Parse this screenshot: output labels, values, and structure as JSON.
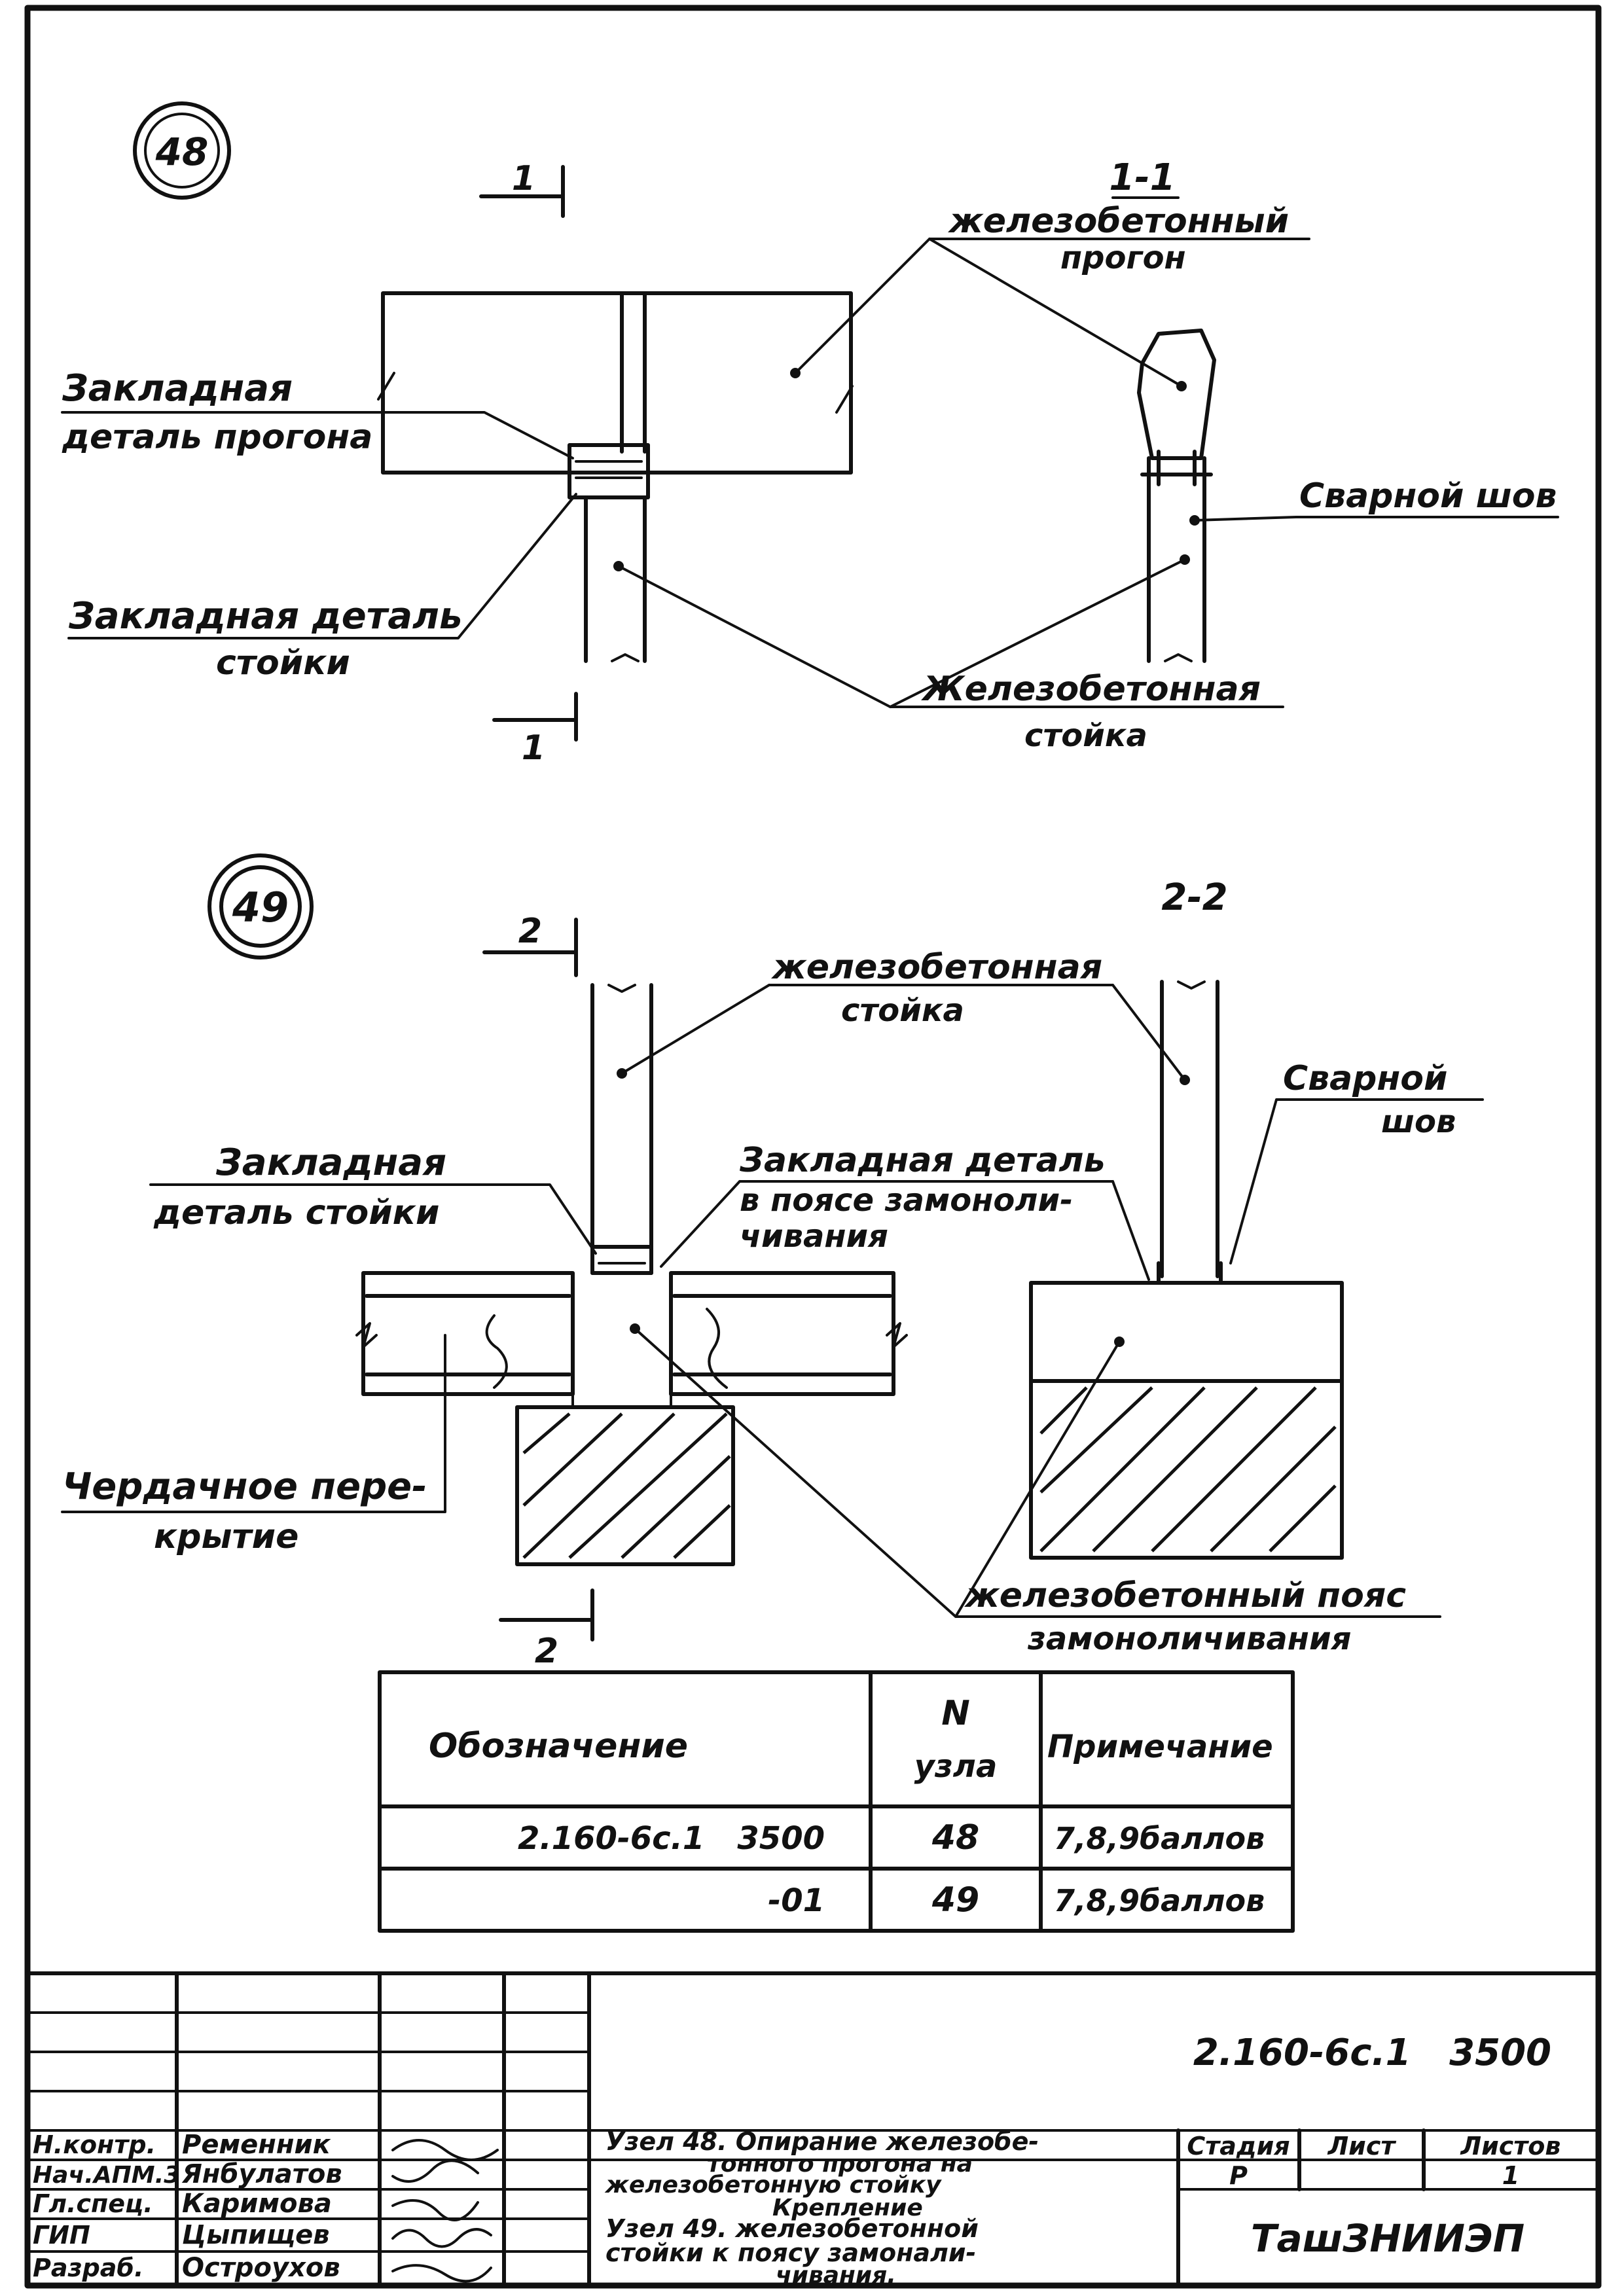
{
  "node48": {
    "number": "48",
    "section_mark": "1",
    "section_title": "1-1",
    "label_beam": [
      "железобетонный",
      "прогон"
    ],
    "label_beam_insert": [
      "Закладная",
      "деталь прогона"
    ],
    "label_post_insert": [
      "Закладная деталь",
      "стойки"
    ],
    "label_post": [
      "Железобетонная",
      "стойка"
    ],
    "label_weld": "Сварной шов"
  },
  "node49": {
    "number": "49",
    "section_mark": "2",
    "section_title": "2-2",
    "label_post": [
      "железобетонная",
      "стойка"
    ],
    "label_weld": [
      "Сварной",
      "шов"
    ],
    "label_post_insert": [
      "Закладная",
      "деталь стойки"
    ],
    "label_belt_insert": [
      "Закладная деталь",
      "в поясе замоноли-",
      "чивания"
    ],
    "label_floor": [
      "Чердачное пере-",
      "крытие"
    ],
    "label_belt": [
      "железобетонный пояс",
      "замоноличивания"
    ]
  },
  "spec_table": {
    "headers": [
      "Обозначение",
      "N",
      "узла",
      "Примечание"
    ],
    "rows": [
      {
        "designation": "2.160-6с.1   3500",
        "node": "48",
        "note": "7,8,9баллов"
      },
      {
        "designation": "-01",
        "node": "49",
        "note": "7,8,9баллов"
      }
    ]
  },
  "title_block": {
    "doc_code": "2.160-6с.1   3500",
    "roles": [
      "Н.контр.",
      "Нач.АПМ.3",
      "Гл.спец.",
      "ГИП",
      "Разраб."
    ],
    "names": [
      "Ременник",
      "Янбулатов",
      "Каримова",
      "Цыпищев",
      "Остроухов"
    ],
    "title_lines": [
      "Узел 48. Опирание железобе-",
      "тонного прогона на",
      "железобетонную стойку",
      "Крепление",
      "Узел 49. железобетонной",
      "стойки к поясу замонали-",
      "чивания."
    ],
    "stage_header": "Стадия",
    "sheet_header": "Лист",
    "sheets_header": "Листов",
    "stage": "Р",
    "sheet": "",
    "sheets": "1",
    "organization": "ТашЗНИИЭП"
  }
}
